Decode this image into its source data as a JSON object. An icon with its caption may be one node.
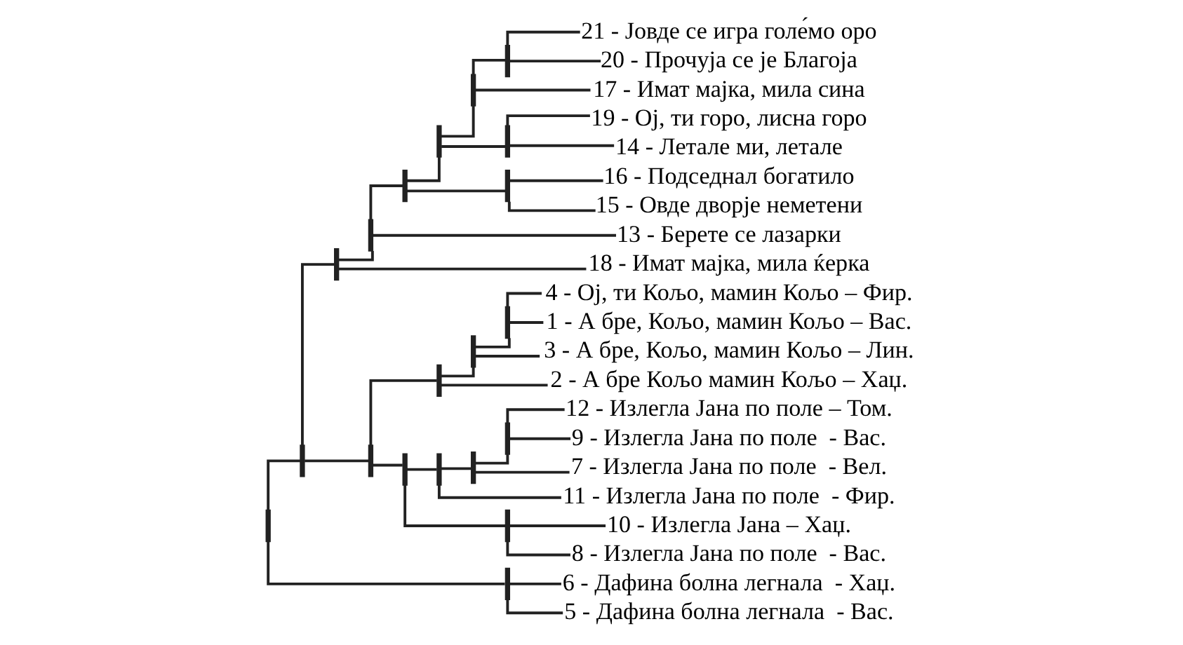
{
  "diagram": {
    "nodes": [
      {
        "text": [
          "21 - Јовде се игра голе́мо оро"
        ]
      },
      {
        "text": [
          "20 - Прочуја се је Благоја"
        ]
      },
      {
        "text": [
          "17 - Имат мајка, мила сина"
        ]
      },
      {
        "text": [
          "19 - Ој, ти горо, лисна горо"
        ]
      },
      {
        "text": [
          "14 - Летале ми, летале"
        ]
      },
      {
        "text": [
          "16 - Подседнал богатило"
        ]
      },
      {
        "text": [
          "15 - Овде дворје неметени"
        ]
      },
      {
        "text": [
          "13 - Берете се лазарки"
        ]
      },
      {
        "text": [
          "18 - Имат мајка, мила ќерка"
        ]
      },
      {
        "text": [
          "4 - Ој, ти Кољо, мамин Кољо – Фир."
        ]
      },
      {
        "text": [
          "1 - А бре, Кољо, мамин Кољо – Вас."
        ]
      },
      {
        "text": [
          "3 - А бре, Кољо, мамин Кољо – Лин."
        ]
      },
      {
        "text": [
          "2 - А бре Кољо мамин Кољо – Хаџ."
        ]
      },
      {
        "text": [
          "12 - Излегла Јана по поле – Том."
        ]
      },
      {
        "text": [
          "9 - Излегла Јана по поле  - Вас."
        ]
      },
      {
        "text": [
          "7 - Излегла Јана по поле  - Вел."
        ]
      },
      {
        "text": [
          "11 - Излегла Јана по поле  - Фир."
        ]
      },
      {
        "text": [
          "10 - Излегла Јана – Хаџ."
        ]
      },
      {
        "text": [
          "8 - Излегла Јана по поле  - Вас."
        ]
      },
      {
        "text": [
          "6 - Дафина болна легнала  - Хаџ."
        ]
      },
      {
        "text": [
          "5 - Дафина болна легнала  - Вас."
        ]
      },
      {
        "text": [],
        "shape": "bar"
      },
      {
        "text": [],
        "shape": "bar"
      },
      {
        "text": [],
        "shape": "bar"
      },
      {
        "text": [],
        "shape": "bar"
      },
      {
        "text": [],
        "shape": "bar"
      },
      {
        "text": [],
        "shape": "bar"
      },
      {
        "text": [],
        "shape": "bar"
      },
      {
        "text": [],
        "shape": "bar"
      },
      {
        "text": [],
        "shape": "bar"
      },
      {
        "text": [],
        "shape": "bar"
      },
      {
        "text": [],
        "shape": "bar"
      },
      {
        "text": [],
        "shape": "bar"
      },
      {
        "text": [],
        "shape": "bar"
      },
      {
        "text": [],
        "shape": "bar"
      },
      {
        "text": [],
        "shape": "bar"
      },
      {
        "text": [],
        "shape": "bar"
      },
      {
        "text": [],
        "shape": "bar"
      },
      {
        "text": [],
        "shape": "bar"
      },
      {
        "text": [],
        "shape": "bar"
      },
      {
        "text": [],
        "shape": "bar"
      }
    ],
    "edges": [
      {
        "from": 21,
        "to": 22,
        "arrow": "none"
      },
      {
        "from": 21,
        "to": 40,
        "arrow": "none"
      },
      {
        "from": 22,
        "to": 23,
        "arrow": "none"
      },
      {
        "from": 22,
        "to": 24,
        "arrow": "none"
      },
      {
        "from": 23,
        "to": 25,
        "arrow": "none"
      },
      {
        "from": 23,
        "to": 8,
        "arrow": "none"
      },
      {
        "from": 24,
        "to": 26,
        "arrow": "none"
      },
      {
        "from": 24,
        "to": 31,
        "arrow": "none"
      },
      {
        "from": 25,
        "to": 27,
        "arrow": "none"
      },
      {
        "from": 25,
        "to": 7,
        "arrow": "none"
      },
      {
        "from": 26,
        "to": 29,
        "arrow": "none"
      },
      {
        "from": 26,
        "to": 12,
        "arrow": "none"
      },
      {
        "from": 27,
        "to": 28,
        "arrow": "none"
      },
      {
        "from": 27,
        "to": 30,
        "arrow": "none"
      },
      {
        "from": 28,
        "to": 32,
        "arrow": "none"
      },
      {
        "from": 28,
        "to": 34,
        "arrow": "none"
      },
      {
        "from": 29,
        "to": 36,
        "arrow": "none"
      },
      {
        "from": 29,
        "to": 11,
        "arrow": "none"
      },
      {
        "from": 30,
        "to": 5,
        "arrow": "none"
      },
      {
        "from": 30,
        "to": 6,
        "arrow": "none"
      },
      {
        "from": 31,
        "to": 33,
        "arrow": "none"
      },
      {
        "from": 31,
        "to": 37,
        "arrow": "none"
      },
      {
        "from": 32,
        "to": 38,
        "arrow": "none"
      },
      {
        "from": 32,
        "to": 2,
        "arrow": "none"
      },
      {
        "from": 33,
        "to": 35,
        "arrow": "none"
      },
      {
        "from": 33,
        "to": 16,
        "arrow": "none"
      },
      {
        "from": 34,
        "to": 3,
        "arrow": "none"
      },
      {
        "from": 34,
        "to": 4,
        "arrow": "none"
      },
      {
        "from": 35,
        "to": 39,
        "arrow": "none"
      },
      {
        "from": 35,
        "to": 15,
        "arrow": "none"
      },
      {
        "from": 36,
        "to": 9,
        "arrow": "none"
      },
      {
        "from": 36,
        "to": 10,
        "arrow": "none"
      },
      {
        "from": 37,
        "to": 17,
        "arrow": "none"
      },
      {
        "from": 37,
        "to": 18,
        "arrow": "none"
      },
      {
        "from": 38,
        "to": 0,
        "arrow": "none"
      },
      {
        "from": 38,
        "to": 1,
        "arrow": "none"
      },
      {
        "from": 39,
        "to": 13,
        "arrow": "none"
      },
      {
        "from": 39,
        "to": 14,
        "arrow": "none"
      },
      {
        "from": 40,
        "to": 19,
        "arrow": "none"
      },
      {
        "from": 40,
        "to": 20,
        "arrow": "none"
      }
    ]
  }
}
